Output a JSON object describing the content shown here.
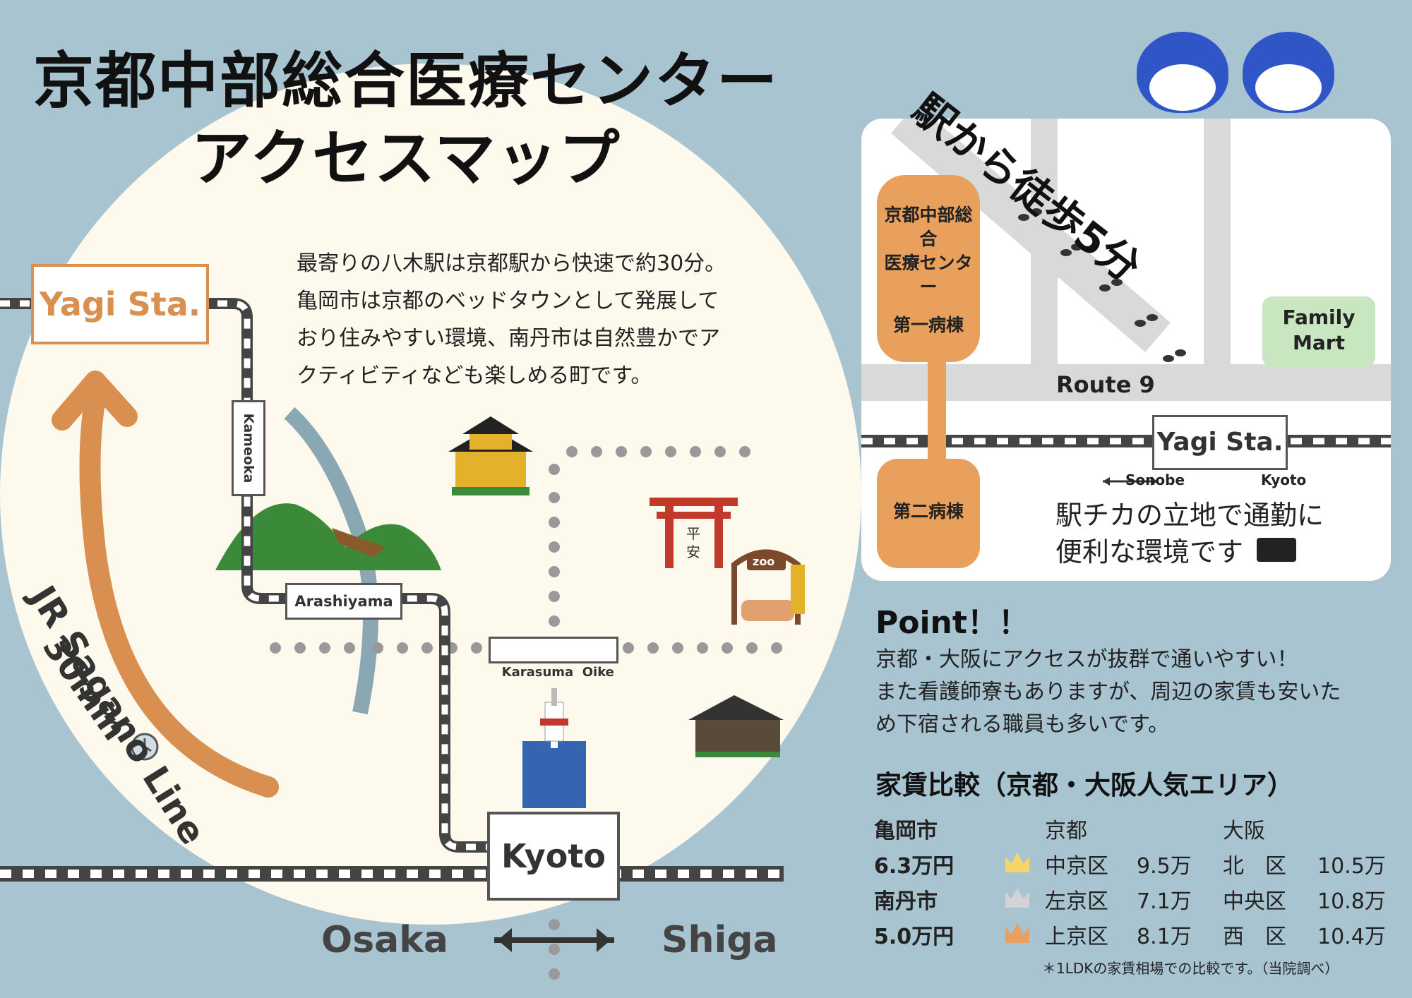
{
  "title": {
    "line1": "京都中部総合医療センター",
    "line2": "アクセスマップ"
  },
  "intro": "最寄りの八木駅は京都駅から快速で約30分。\n亀岡市は京都のベッドタウンとして発展して\nおり住みやすい環境、南丹市は自然豊かでア\nクティビティなども楽しめる町です。",
  "map": {
    "yagi_station": "Yagi Sta.",
    "kameoka": "Kameoka",
    "arashiyama": "Arashiyama",
    "karasuma_oike": "Karasuma  Oike",
    "kyoto": "Kyoto",
    "osaka": "Osaka",
    "shiga": "Shiga",
    "line_name": "JR Sagano Line",
    "duration": "30min",
    "heian": "平\n安",
    "zoo": "zoo"
  },
  "detail": {
    "walk": "駅から徒歩5分",
    "hospital": "京都中部総合\n医療センター",
    "ward1": "第一病棟",
    "ward2": "第二病棟",
    "family_mart": "Family\nMart",
    "route": "Route 9",
    "station": "Yagi Sta.",
    "sonobe": "Sonobe",
    "kyoto": "Kyoto",
    "caption": "駅チカの立地で通勤に\n便利な環境です"
  },
  "point": {
    "title": "Point！！",
    "text": "京都・大阪にアクセスが抜群で通いやすい！\nまた看護師寮もありますが、周辺の家賃も安いた\nめ下宿される職員も多いです。"
  },
  "rent": {
    "title": "家賃比較（京都・大阪人気エリア）",
    "local": [
      {
        "city": "亀岡市",
        "price": "6.3万円"
      },
      {
        "city": "南丹市",
        "price": "5.0万円"
      }
    ],
    "kyoto_header": "京都",
    "osaka_header": "大阪",
    "rows": [
      {
        "crown": "#f5d66b",
        "kyoto_area": "中京区",
        "kyoto_price": "9.5万",
        "osaka_area": "北　区",
        "osaka_price": "10.5万"
      },
      {
        "crown": "#d3d3d3",
        "kyoto_area": "左京区",
        "kyoto_price": "7.1万",
        "osaka_area": "中央区",
        "osaka_price": "10.8万"
      },
      {
        "crown": "#e8a065",
        "kyoto_area": "上京区",
        "kyoto_price": "8.1万",
        "osaka_area": "西　区",
        "osaka_price": "10.4万"
      }
    ],
    "note": "＊1LDKの家賃相場での比較です。（当院調べ）"
  },
  "colors": {
    "background": "#a8c4d0",
    "circle": "#fdf9ec",
    "orange": "#e8a05c",
    "green_store": "#c8e6c0"
  }
}
